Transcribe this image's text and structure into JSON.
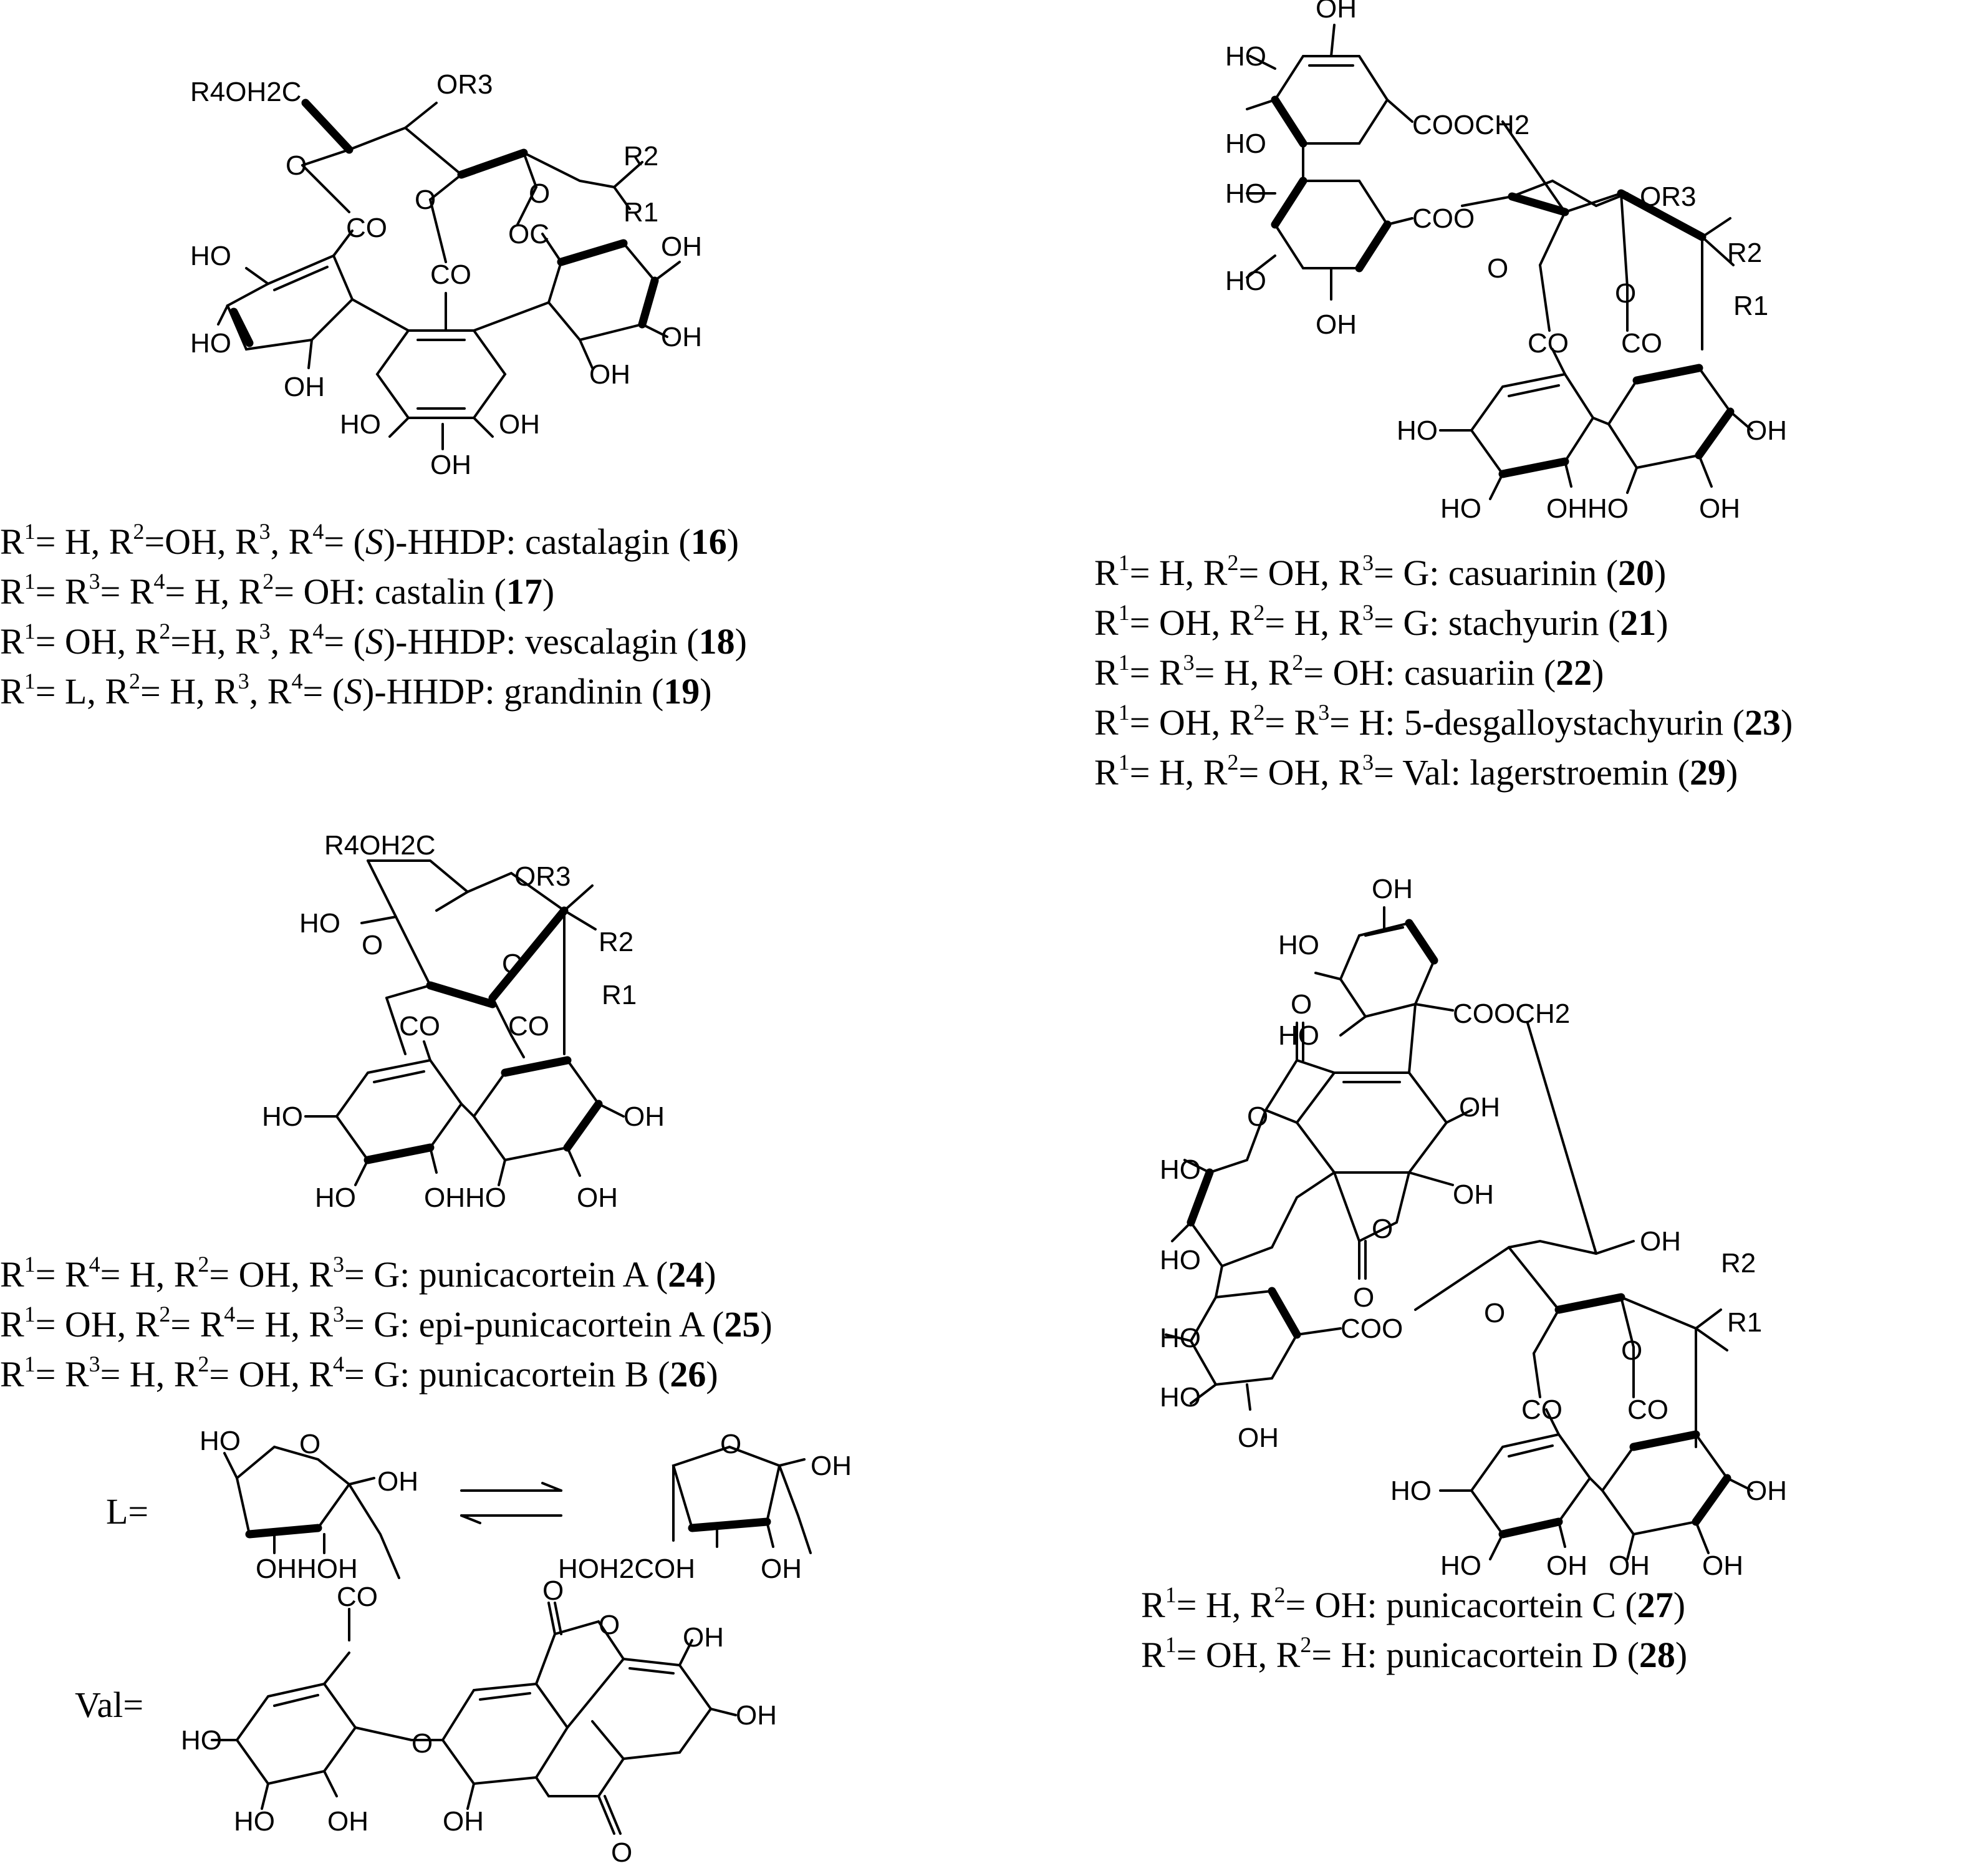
{
  "structures": {
    "s16": {
      "groups": [
        "R4OH2C",
        "OR3",
        "O",
        "O",
        "O",
        "R2",
        "R1",
        "CO",
        "CO",
        "OC",
        "HO",
        "HO",
        "OH",
        "HO",
        "OH",
        "OH",
        "OH",
        "OH",
        "OH"
      ]
    },
    "s20": {
      "groups": [
        "OH",
        "HO",
        "HO",
        "COOCH2",
        "HO",
        "COO",
        "OR3",
        "HO",
        "OH",
        "O",
        "O",
        "R2",
        "R1",
        "CO",
        "CO",
        "HO",
        "OH",
        "HO",
        "OHHO",
        "OH"
      ]
    },
    "s24": {
      "groups": [
        "R4OH2C",
        "OR3",
        "HO",
        "O",
        "O",
        "R2",
        "R1",
        "CO",
        "CO",
        "HO",
        "OH",
        "HO",
        "OHHO",
        "OH"
      ]
    },
    "s27": {
      "groups": [
        "OH",
        "HO",
        "HO",
        "COOCH2",
        "O",
        "OH",
        "O",
        "HO",
        "OH",
        "HO",
        "O",
        "O",
        "OH",
        "R2",
        "R1",
        "HO",
        "COO",
        "O",
        "O",
        "HO",
        "CO",
        "CO",
        "OH",
        "HO",
        "OH",
        "HO",
        "OH",
        "OH",
        "OH"
      ]
    },
    "sL": {
      "groups": [
        "HO",
        "O",
        "OH",
        "OHHOH",
        "O",
        "OH",
        "HOH2COH",
        "OH"
      ]
    },
    "sVal": {
      "groups": [
        "CO",
        "O",
        "OH",
        "HO",
        "O",
        "OH",
        "HO",
        "OH",
        "OH",
        "O",
        "O"
      ]
    }
  },
  "captions": {
    "c16": [
      {
        "html": "R<sup>1</sup>= H, R<sup>2</sup>=OH, R<sup>3</sup>, R<sup>4</sup>= (<i>S</i>)-HHDP: castalagin (<b>16</b>)"
      },
      {
        "html": "R<sup>1</sup>= R<sup>3</sup>= R<sup>4</sup>= H, R<sup>2</sup>= OH: castalin (<b>17</b>)"
      },
      {
        "html": "R<sup>1</sup>= OH, R<sup>2</sup>=H, R<sup>3</sup>, R<sup>4</sup>= (<i>S</i>)-HHDP: vescalagin (<b>18</b>)"
      },
      {
        "html": "R<sup>1</sup>= L, R<sup>2</sup>= H, R<sup>3</sup>, R<sup>4</sup>= (<i>S</i>)-HHDP: grandinin (<b>19</b>)"
      }
    ],
    "c20": [
      {
        "html": "R<sup>1</sup>= H, R<sup>2</sup>= OH, R<sup>3</sup>= G: casuarinin (<b>20</b>)"
      },
      {
        "html": "R<sup>1</sup>= OH, R<sup>2</sup>= H, R<sup>3</sup>= G: stachyurin (<b>21</b>)"
      },
      {
        "html": "R<sup>1</sup>= R<sup>3</sup>= H, R<sup>2</sup>= OH: casuariin (<b>22</b>)"
      },
      {
        "html": "R<sup>1</sup>= OH, R<sup>2</sup>= R<sup>3</sup>= H: 5-desgalloystachyurin (<b>23</b>)"
      },
      {
        "html": "R<sup>1</sup>= H, R<sup>2</sup>= OH, R<sup>3</sup>= Val: lagerstroemin (<b>29</b>)"
      }
    ],
    "c24": [
      {
        "html": "R<sup>1</sup>= R<sup>4</sup>= H, R<sup>2</sup>= OH, R<sup>3</sup>= G: punicacortein A (<b>24</b>)"
      },
      {
        "html": "R<sup>1</sup>= OH, R<sup>2</sup>= R<sup>4</sup>= H, R<sup>3</sup>= G: epi-punicacortein A (<b>25</b>)"
      },
      {
        "html": "R<sup>1</sup>= R<sup>3</sup>= H, R<sup>2</sup>= OH, R<sup>4</sup>= G: punicacortein B (<b>26</b>)"
      }
    ],
    "c27": [
      {
        "html": "R<sup>1</sup>= H, R<sup>2</sup>= OH: punicacortein C (<b>27</b>)"
      },
      {
        "html": "R<sup>1</sup>= OH, R<sup>2</sup>= H: punicacortein D (<b>28</b>)"
      }
    ]
  },
  "labels": {
    "L": "L=",
    "Val": "Val="
  }
}
